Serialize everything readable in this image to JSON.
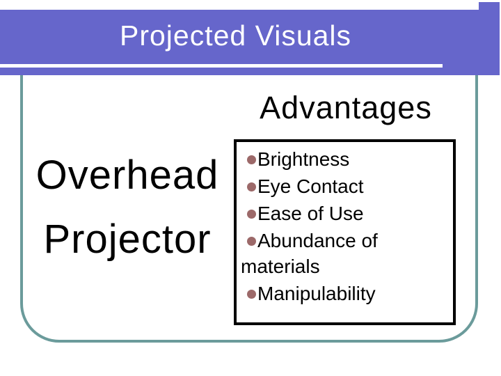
{
  "slide": {
    "title": "Projected Visuals",
    "heading": "Advantages",
    "overhead": {
      "lines": [
        "Overhead",
        "Projector"
      ]
    },
    "bullets": {
      "items": [
        "Brightness",
        "Eye Contact",
        "Ease of Use",
        "Abundance of materials",
        "Manipulability"
      ]
    }
  },
  "colors": {
    "banner": "#6666cb",
    "frame": "#6b9b9b",
    "bullet": "#9c6969",
    "box_border": "#000000",
    "title_text": "#ffffff",
    "body_text": "#000000",
    "background": "#ffffff"
  }
}
